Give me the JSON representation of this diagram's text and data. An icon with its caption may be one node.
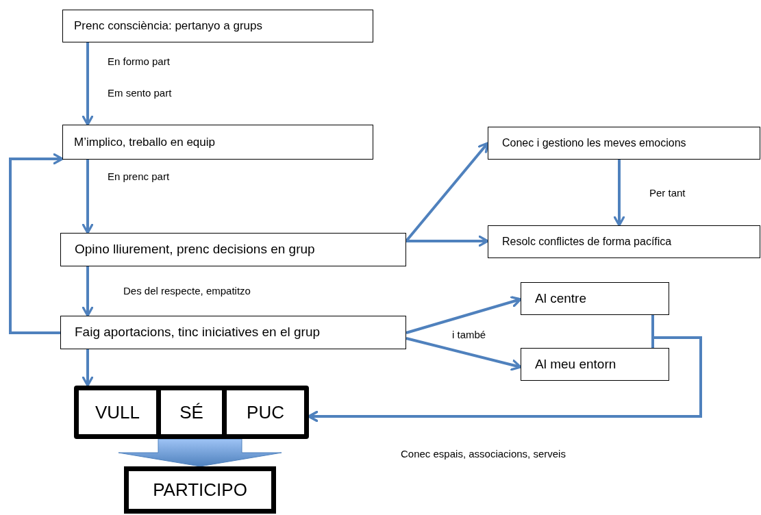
{
  "diagram": {
    "nodes": [
      {
        "text": [
          "Prenc consciència: pertanyo a grups"
        ]
      },
      {
        "text": [
          "M’implico, treballo en equip"
        ]
      },
      {
        "text": [
          "Opino lliurement, prenc decisions en grup"
        ]
      },
      {
        "text": [
          "Faig aportacions, tinc iniciatives en el grup"
        ]
      },
      {
        "text": [
          "Conec i gestiono  les meves emocions"
        ]
      },
      {
        "text": [
          "Resolc conflictes de forma pacífica"
        ]
      },
      {
        "text": [
          "Al centre"
        ]
      },
      {
        "text": [
          "Al meu entorn"
        ]
      },
      {
        "text": [],
        "shape": "box"
      },
      {
        "text": [
          "VULL"
        ],
        "in": 8
      },
      {
        "text": [
          "SÉ"
        ],
        "in": 8
      },
      {
        "text": [
          "PUC"
        ],
        "in": 8
      },
      {
        "text": [
          "PARTICIPO"
        ]
      }
    ],
    "edges": [
      {
        "from": 0,
        "to": 1,
        "arrow": "to"
      },
      {
        "from": 1,
        "to": 2,
        "arrow": "to",
        "label": "En prenc part"
      },
      {
        "from": 2,
        "to": 3,
        "arrow": "to",
        "label": "Des del respecte, empatitzo"
      },
      {
        "from": 3,
        "to": 1,
        "arrow": "to"
      },
      {
        "from": 2,
        "to": 4,
        "arrow": "to"
      },
      {
        "from": 2,
        "to": 5,
        "arrow": "to"
      },
      {
        "from": 4,
        "to": 5,
        "arrow": "to",
        "label": "Per tant"
      },
      {
        "from": 3,
        "to": 6,
        "arrow": "to"
      },
      {
        "from": 3,
        "to": 7,
        "arrow": "to"
      },
      {
        "from": 3,
        "to": 9,
        "arrow": "to"
      },
      {
        "from": 6,
        "to": 11,
        "arrow": "to"
      },
      {
        "from": 7,
        "to": 11,
        "arrow": "to"
      },
      {
        "from": 8,
        "to": 12,
        "arrow": "to",
        "style": "thick"
      }
    ],
    "labels": [
      "En formo part",
      "Em sento part",
      "i també",
      "Conec espais, associacions, serveis"
    ]
  }
}
